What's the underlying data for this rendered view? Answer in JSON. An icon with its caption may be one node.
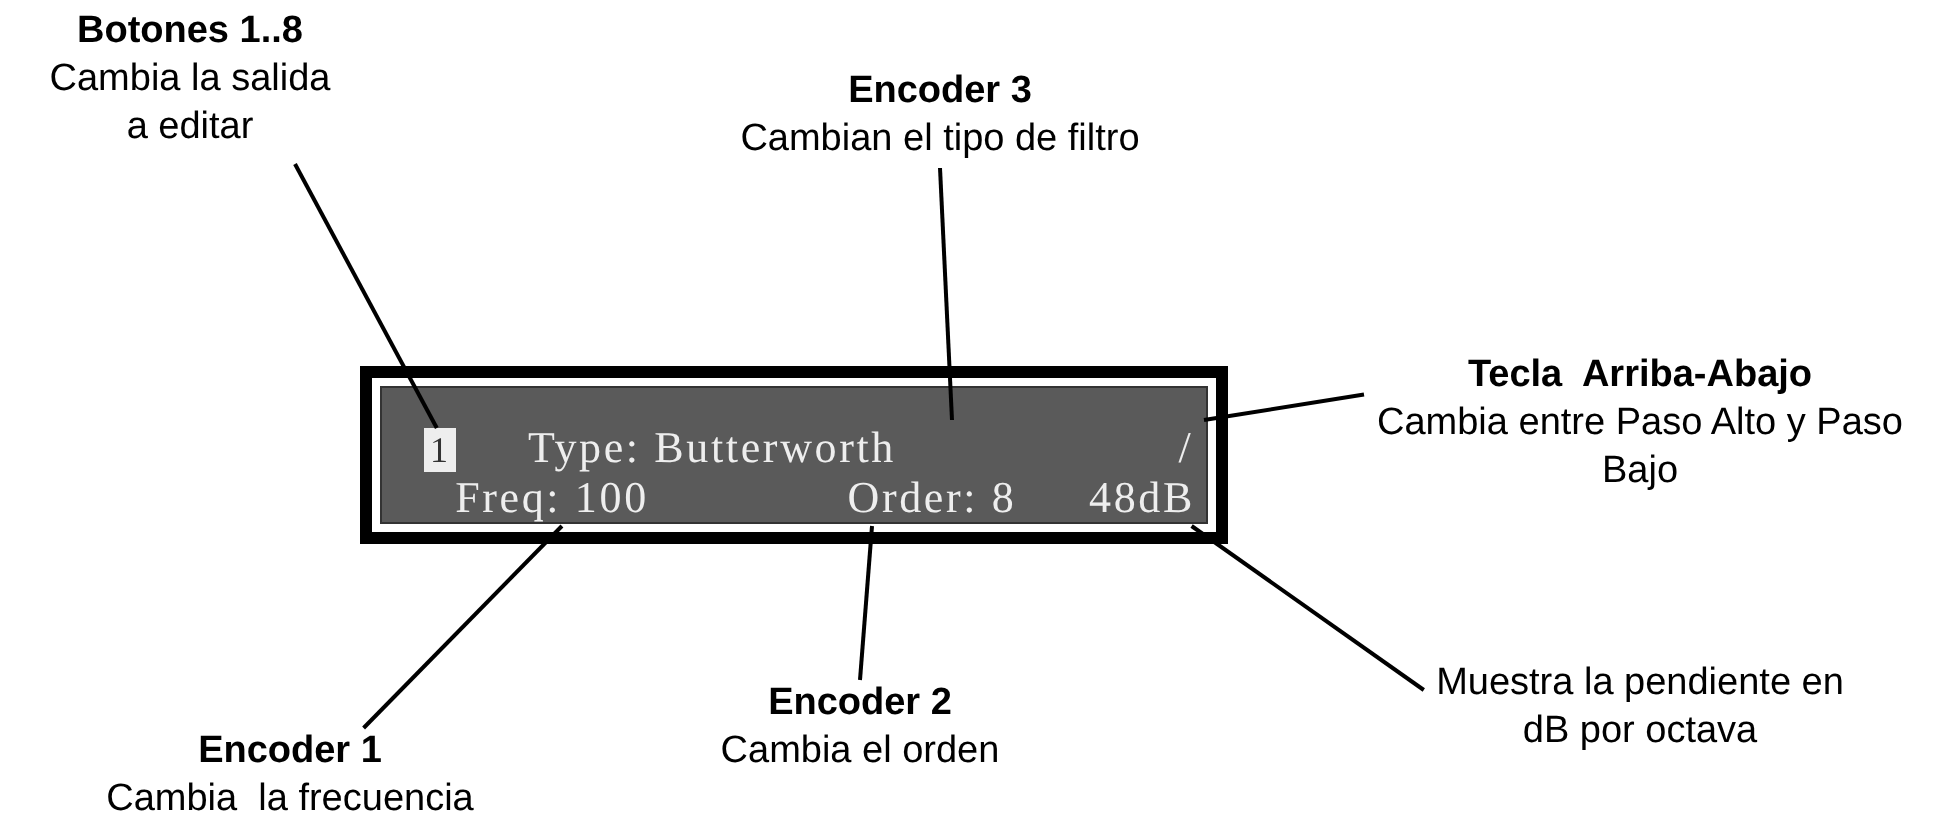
{
  "diagram": {
    "nodes": [
      {
        "text": [],
        "shape": "box"
      },
      {
        "text": [
          "1"
        ],
        "in": 0
      },
      {
        "text": [
          "Type: Butterworth"
        ],
        "in": 0
      },
      {
        "text": [
          "/"
        ],
        "in": 0
      },
      {
        "text": [
          "Freq: 100"
        ],
        "in": 0
      },
      {
        "text": [
          "Order: 8"
        ],
        "in": 0
      },
      {
        "text": [
          "48dB"
        ],
        "in": 0
      },
      {
        "text": [
          "Botones 1..8",
          "Cambia la salida a editar"
        ]
      },
      {
        "text": [
          "Encoder 3",
          "Cambian el tipo de filtro"
        ]
      },
      {
        "text": [
          "Tecla  Arriba-Abajo",
          "Cambia entre Paso Alto y Paso Bajo"
        ]
      },
      {
        "text": [
          "Encoder 1",
          "Cambia  la frecuencia"
        ]
      },
      {
        "text": [
          "Encoder 2",
          "Cambia el orden"
        ]
      },
      {
        "text": [
          "Muestra la pendiente en dB por octava"
        ]
      }
    ],
    "edges": [
      {
        "from": 7,
        "to": 1,
        "arrow": "none"
      },
      {
        "from": 8,
        "to": 2,
        "arrow": "none"
      },
      {
        "from": 9,
        "to": 3,
        "arrow": "none"
      },
      {
        "from": 10,
        "to": 4,
        "arrow": "none"
      },
      {
        "from": 11,
        "to": 5,
        "arrow": "none"
      },
      {
        "from": 12,
        "to": 6,
        "arrow": "none"
      }
    ]
  }
}
